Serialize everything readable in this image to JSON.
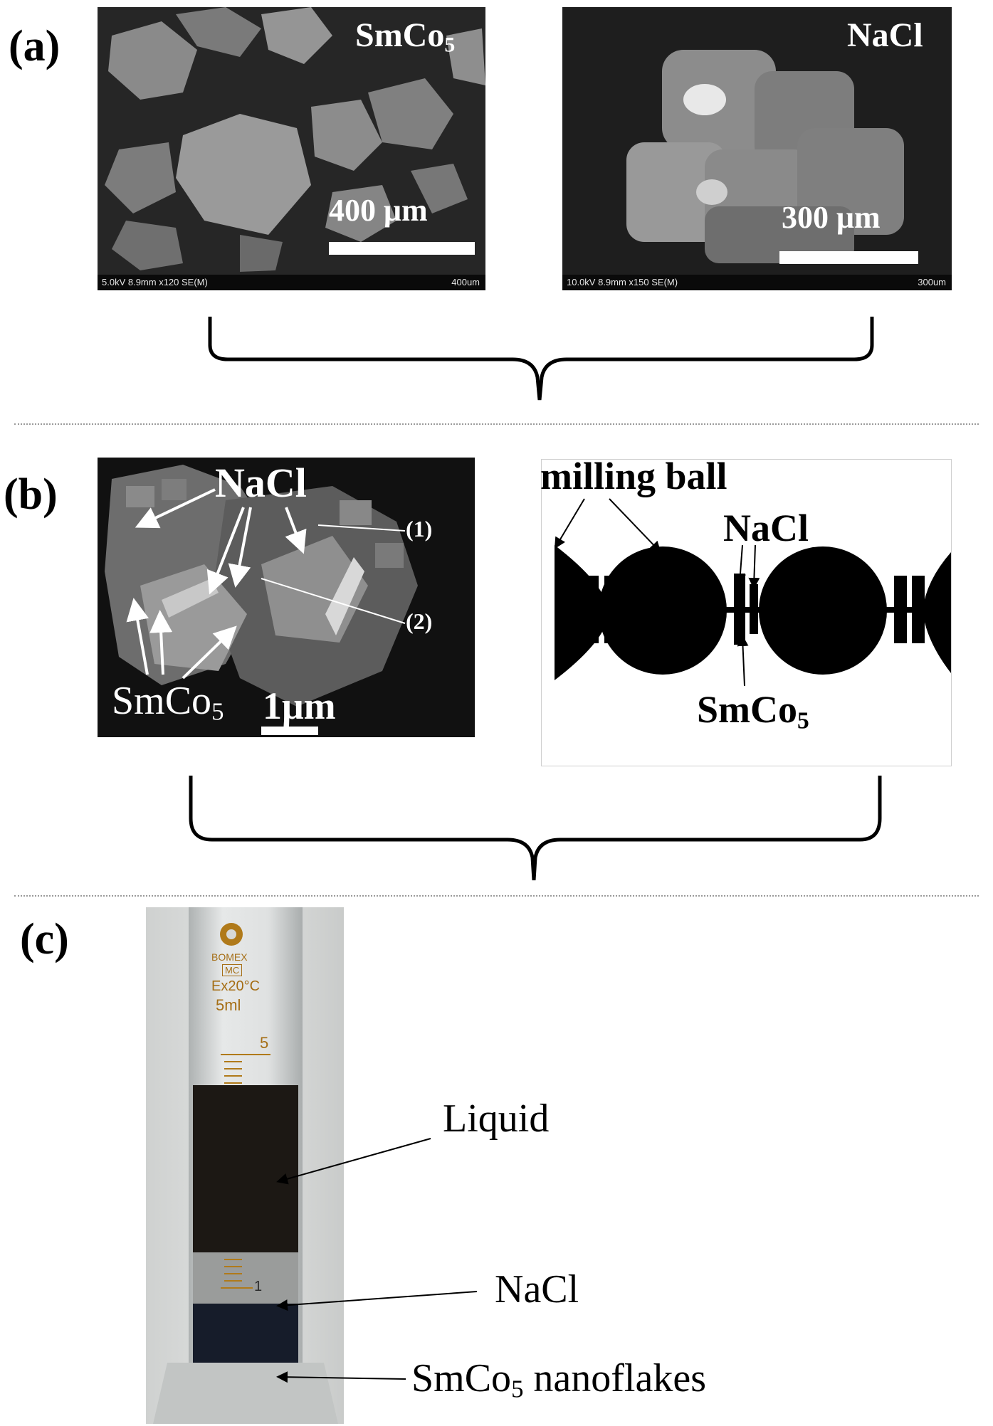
{
  "panels": {
    "a": {
      "label": "(a)",
      "left_image": {
        "material": "SmCo",
        "material_sub": "5",
        "scale_text": "400 μm",
        "info_left": "5.0kV 8.9mm x120 SE(M)",
        "info_right": "400um"
      },
      "right_image": {
        "material": "NaCl",
        "scale_text": "300 μm",
        "info_left": "10.0kV 8.9mm x150 SE(M)",
        "info_right": "300um"
      }
    },
    "b": {
      "label": "(b)",
      "sem": {
        "nacl": "NaCl",
        "marker1": "(1)",
        "marker2": "(2)",
        "smco": "SmCo",
        "smco_sub": "5",
        "scale_text": "1μm"
      },
      "schematic": {
        "milling_ball": "milling ball",
        "nacl": "NaCl",
        "smco": "SmCo",
        "smco_sub": "5"
      }
    },
    "c": {
      "label": "(c)",
      "cylinder": {
        "brand": "BOMEX",
        "mark": "MC",
        "temp": "Ex20°C",
        "volume": "5ml",
        "top_grad": "5",
        "bottom_grad": "1"
      },
      "annotations": {
        "liquid": "Liquid",
        "nacl": "NaCl",
        "smco": "SmCo",
        "smco_sub": "5",
        "nanoflakes": " nanoflakes"
      }
    }
  },
  "colors": {
    "sem_background": "#2a2a2a",
    "liquid": "#1c1814",
    "cylinder_wall": "#cfd2d2",
    "grad_marks": "#b07a1a"
  }
}
